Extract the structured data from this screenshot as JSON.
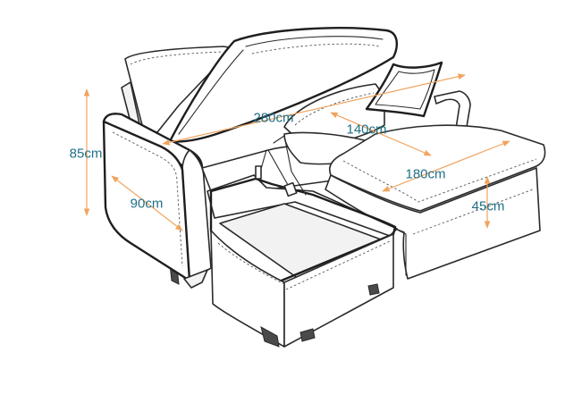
{
  "colors": {
    "dimension_line": "#f0a45f",
    "dimension_text": "#1f6f86",
    "outline": "#2a2a2a"
  },
  "dimensions": [
    {
      "id": "height",
      "label": "85cm"
    },
    {
      "id": "depth",
      "label": "90cm"
    },
    {
      "id": "total-width",
      "label": "280cm"
    },
    {
      "id": "chaise-width",
      "label": "140cm"
    },
    {
      "id": "chaise-length",
      "label": "180cm"
    },
    {
      "id": "seat-height",
      "label": "45cm"
    }
  ]
}
